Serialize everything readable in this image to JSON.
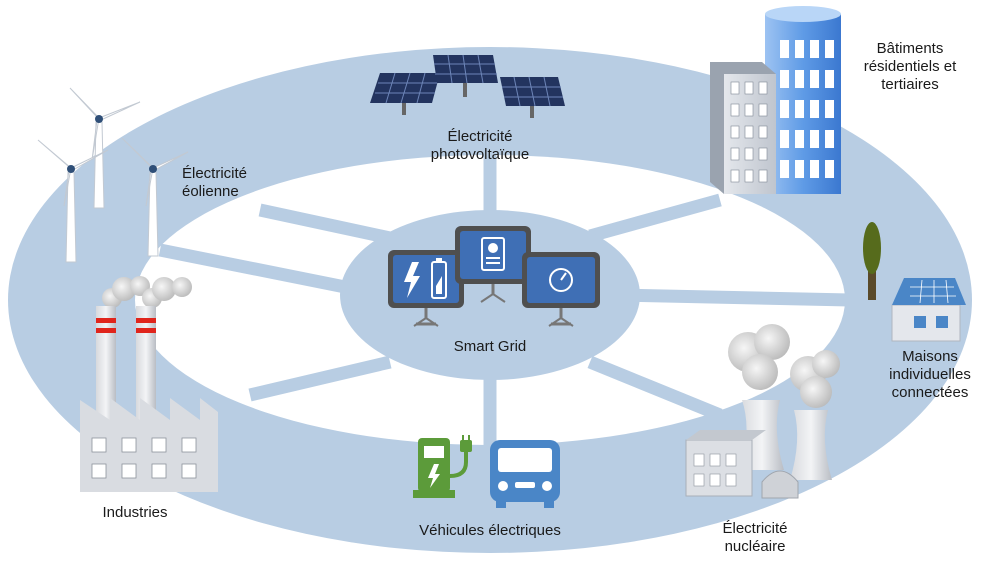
{
  "center": {
    "label": "Smart Grid"
  },
  "nodes": {
    "solar": {
      "label": "Électricité\nphotovoltaïque"
    },
    "buildings": {
      "label": "Bâtiments\nrésidentiels et\ntertiaires"
    },
    "wind": {
      "label": "Électricité\néolienne"
    },
    "houses": {
      "label": "Maisons\nindividuelles\nconnectées"
    },
    "industry": {
      "label": "Industries"
    },
    "vehicles": {
      "label": "Véhicules électriques"
    },
    "nuclear": {
      "label": "Électricité\nnucléaire"
    }
  },
  "icons": {
    "center": [
      "battery-charging-monitor-icon",
      "document-chart-monitor-icon",
      "gauge-monitor-icon"
    ],
    "solar": "solar-panels-icon",
    "buildings": "office-buildings-icon",
    "wind": "wind-turbines-icon",
    "houses": "house-with-solar-roof-icon",
    "industry": "factory-icon",
    "vehicles": [
      "ev-charging-station-icon",
      "electric-bus-icon"
    ],
    "nuclear": "nuclear-plant-icon"
  },
  "colors": {
    "ring": "#b8cde3",
    "ring_inner": "#ffffff",
    "monitor_frame": "#6d6d6d",
    "monitor_screen": "#3f6fb5",
    "ev_green": "#5c9b3a",
    "bus_blue": "#4a86c7"
  }
}
